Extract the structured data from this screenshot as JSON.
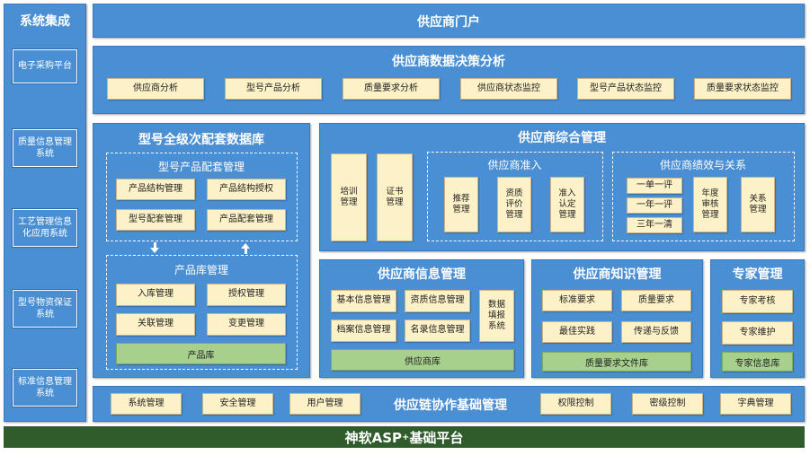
{
  "sidebar": {
    "title": "系统集成",
    "items": [
      "电子采购平台",
      "质量信息管理\n系统",
      "工艺管理信息\n化应用系统",
      "型号物资保证\n系统",
      "标准信息管理\n系统"
    ]
  },
  "portal": {
    "title": "供应商门户"
  },
  "decision": {
    "title": "供应商数据决策分析",
    "items": [
      "供应商分析",
      "型号产品分析",
      "质量要求分析",
      "供应商状态监控",
      "型号产品状态监控",
      "质量要求状态监控"
    ]
  },
  "model_db": {
    "title": "型号全级次配套数据库",
    "config_title": "型号产品配套管理",
    "config_items": [
      "产品结构管理",
      "产品结构授权",
      "型号配套管理",
      "产品配套管理"
    ],
    "lib_title": "产品库管理",
    "lib_items": [
      "入库管理",
      "授权管理",
      "关联管理",
      "变更管理"
    ],
    "lib_store": "产品库"
  },
  "integrated": {
    "title": "供应商综合管理",
    "training": "培训\n管理",
    "certificate": "证书\n管理",
    "access_title": "供应商准入",
    "access_items": [
      "推荐\n管理",
      "资质\n评价\n管理",
      "准入\n认定\n管理"
    ],
    "perf_title": "供应商绩效与关系",
    "perf_evals": [
      "一单一评",
      "一年一评",
      "三年一清"
    ],
    "perf_annual": "年度\n审核\n管理",
    "perf_relation": "关系\n管理"
  },
  "info_mgmt": {
    "title": "供应商信息管理",
    "items": [
      "基本信息管理",
      "资质信息管理",
      "档案信息管理",
      "名录信息管理"
    ],
    "report": "数据\n填报\n系统",
    "store": "供应商库"
  },
  "knowledge": {
    "title": "供应商知识管理",
    "items": [
      "标准要求",
      "质量要求",
      "最佳实践",
      "传递与反馈"
    ],
    "store": "质量要求文件库"
  },
  "expert": {
    "title": "专家管理",
    "items": [
      "专家考核",
      "专家维护"
    ],
    "store": "专家信息库"
  },
  "collab": {
    "title": "供应链协作基础管理",
    "items": [
      "系统管理",
      "安全管理",
      "用户管理",
      "权限控制",
      "密级控制",
      "字典管理"
    ]
  },
  "platform": {
    "name": "神软ASP",
    "sup": "+",
    "suffix": "基础平台"
  },
  "colors": {
    "panel": "#4a8fd3",
    "box": "#fdf1c7",
    "store": "#a8d08d",
    "platform": "#2f5c2a"
  }
}
